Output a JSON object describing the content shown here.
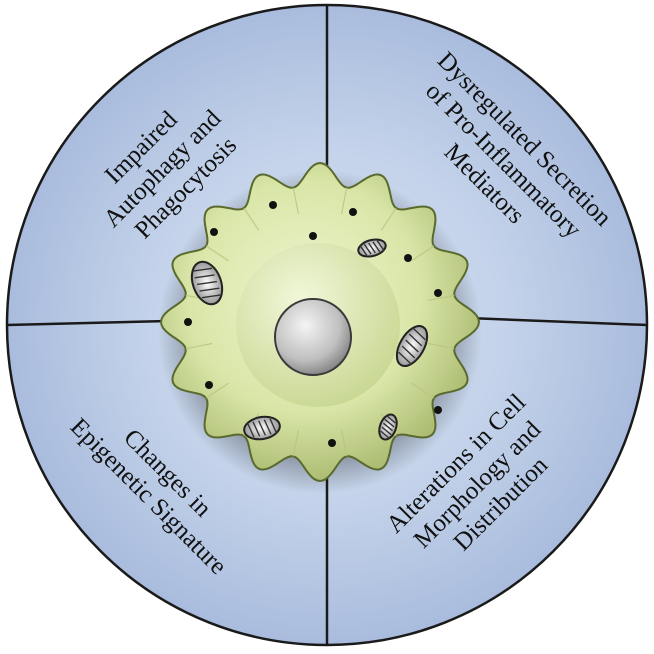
{
  "diagram": {
    "quadrants": {
      "top_left": {
        "lines": [
          "Impaired",
          "Autophagy and",
          "Phagocytosis"
        ]
      },
      "top_right": {
        "lines": [
          "Dysregulated Secretion",
          "of Pro-Inflammatory",
          "Mediators"
        ]
      },
      "bottom_left": {
        "lines": [
          "Changes in",
          "Epigenetic Signature"
        ]
      },
      "bottom_right": {
        "lines": [
          "Alterations in Cell",
          "Morphology and",
          "Distribution"
        ]
      }
    },
    "colors": {
      "quadrant_fill": "#a9bcdd",
      "quadrant_center": "#d7e2f1",
      "divider": "#1a1a1a",
      "cell_body": "#d9e6a8",
      "cell_edge": "#5a6a2e",
      "nucleus": "#bfbfbf"
    },
    "center_cell": {
      "name": "macrophage-icon",
      "organelles": [
        "nucleus",
        "mitochondria",
        "vesicles"
      ]
    }
  }
}
